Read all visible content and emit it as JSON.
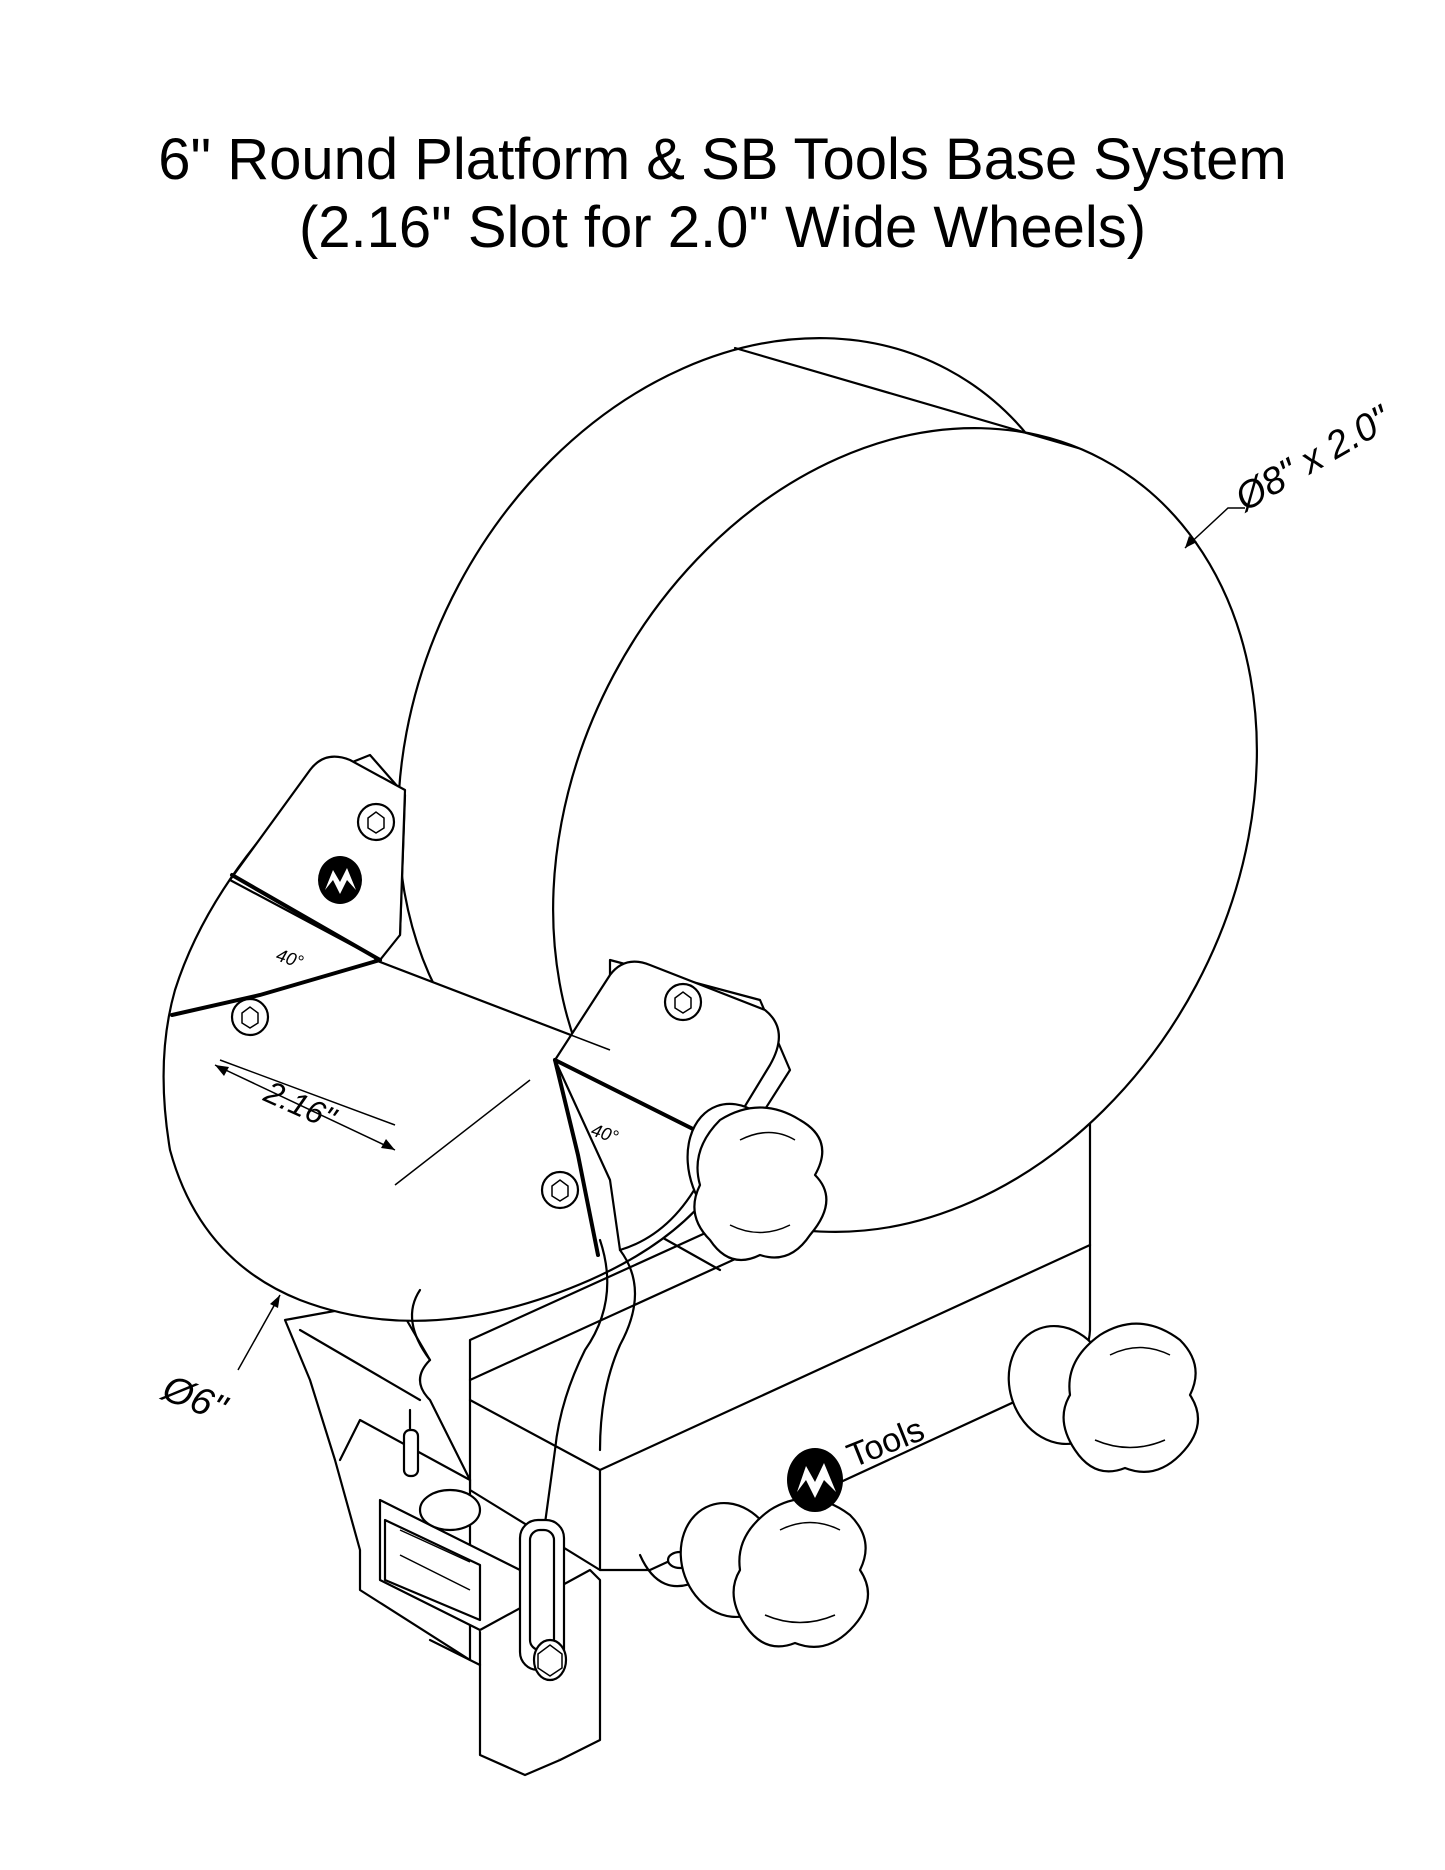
{
  "title": {
    "line1": "6\" Round Platform & SB Tools Base System",
    "line2": "(2.16\" Slot for 2.0\" Wide Wheels)"
  },
  "dimensions": {
    "wheel": "Ø8\" x 2.0\"",
    "platform": "Ø6\"",
    "slot": "2.16\"",
    "angle_left": "40°",
    "angle_right": "40°"
  },
  "logo": {
    "text": "Tools",
    "icon": "sb-tools-logo-icon"
  }
}
